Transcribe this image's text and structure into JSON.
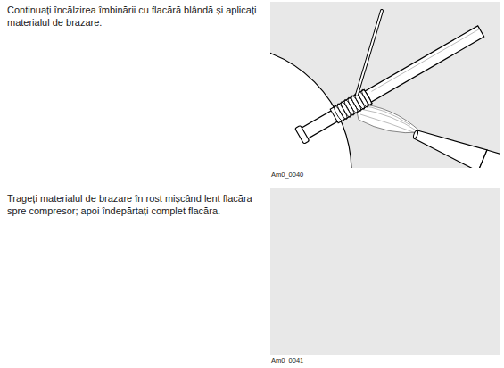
{
  "diagram": {
    "labels": [
      "Continuați încălzirea îmbinării cu flacără blândă și aplicați materialul de brazare.",
      "Am0_0040",
      "Trageți materialul de brazare în rost mișcând lent flacăra spre compresor; apoi îndepărtați complet flacăra.",
      "Am0_0041"
    ]
  }
}
